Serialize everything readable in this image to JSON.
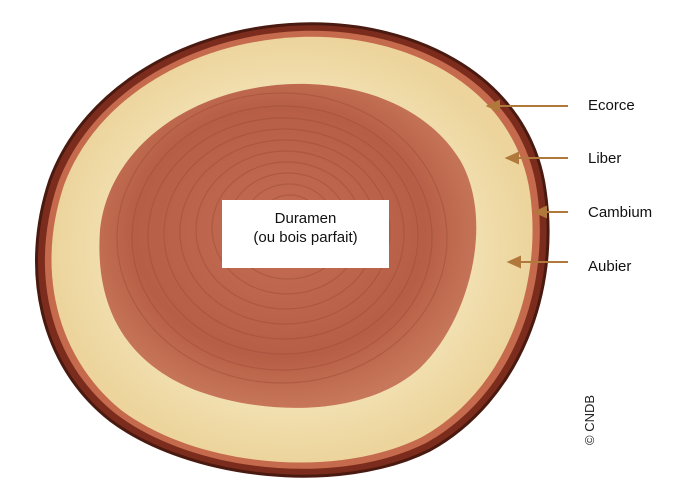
{
  "diagram": {
    "labels": {
      "ecorce": "Ecorce",
      "liber": "Liber",
      "cambium": "Cambium",
      "aubier": "Aubier"
    },
    "center": {
      "line1": "Duramen",
      "line2": "(ou bois parfait)"
    },
    "copyright": "© CNDB",
    "colors": {
      "heartwood": "#b9624a",
      "sapwood": "#f2dfb0",
      "bark": "#7a2a1c",
      "arrow": "#b0783a"
    }
  }
}
